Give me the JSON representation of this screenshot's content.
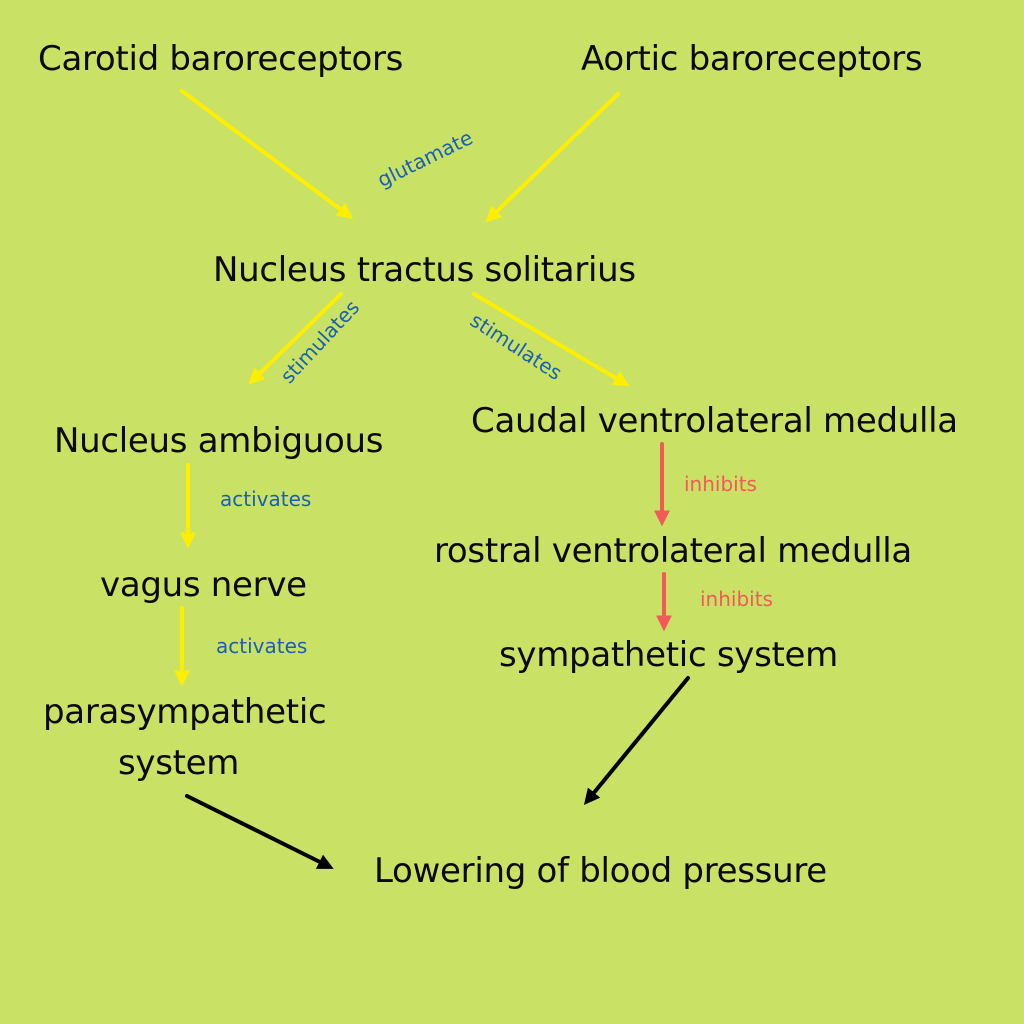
{
  "colors": {
    "background": "#c9e265",
    "yellow_arrow": "#ffee00",
    "red_arrow": "#f25a5a",
    "black_arrow": "#000000",
    "blue_label": "#1a5fb4",
    "red_label": "#f25a5a"
  },
  "nodes": {
    "carotid": "Carotid baroreceptors",
    "aortic": "Aortic baroreceptors",
    "nts": "Nucleus tractus solitarius",
    "ambiguous": "Nucleus ambiguous",
    "cvlm": "Caudal ventrolateral medulla",
    "vagus": "vagus nerve",
    "rvlm": "rostral ventrolateral medulla",
    "parasympathetic_line1": "parasympathetic",
    "parasympathetic_line2": "system",
    "sympathetic": "sympathetic system",
    "outcome": "Lowering of blood pressure"
  },
  "edge_labels": {
    "glutamate": "glutamate",
    "stimulates_left": "stimulates",
    "stimulates_right": "stimulates",
    "activates_1": "activates",
    "activates_2": "activates",
    "inhibits_1": "inhibits",
    "inhibits_2": "inhibits"
  },
  "edges": [
    {
      "from": "carotid",
      "to": "nts",
      "color": "yellow",
      "label": "glutamate"
    },
    {
      "from": "aortic",
      "to": "nts",
      "color": "yellow",
      "label": "glutamate"
    },
    {
      "from": "nts",
      "to": "ambiguous",
      "color": "yellow",
      "label": "stimulates"
    },
    {
      "from": "nts",
      "to": "cvlm",
      "color": "yellow",
      "label": "stimulates"
    },
    {
      "from": "ambiguous",
      "to": "vagus",
      "color": "yellow",
      "label": "activates"
    },
    {
      "from": "vagus",
      "to": "parasympathetic",
      "color": "yellow",
      "label": "activates"
    },
    {
      "from": "cvlm",
      "to": "rvlm",
      "color": "red",
      "label": "inhibits"
    },
    {
      "from": "rvlm",
      "to": "sympathetic",
      "color": "red",
      "label": "inhibits"
    },
    {
      "from": "parasympathetic",
      "to": "outcome",
      "color": "black",
      "label": ""
    },
    {
      "from": "sympathetic",
      "to": "outcome",
      "color": "black",
      "label": ""
    }
  ]
}
